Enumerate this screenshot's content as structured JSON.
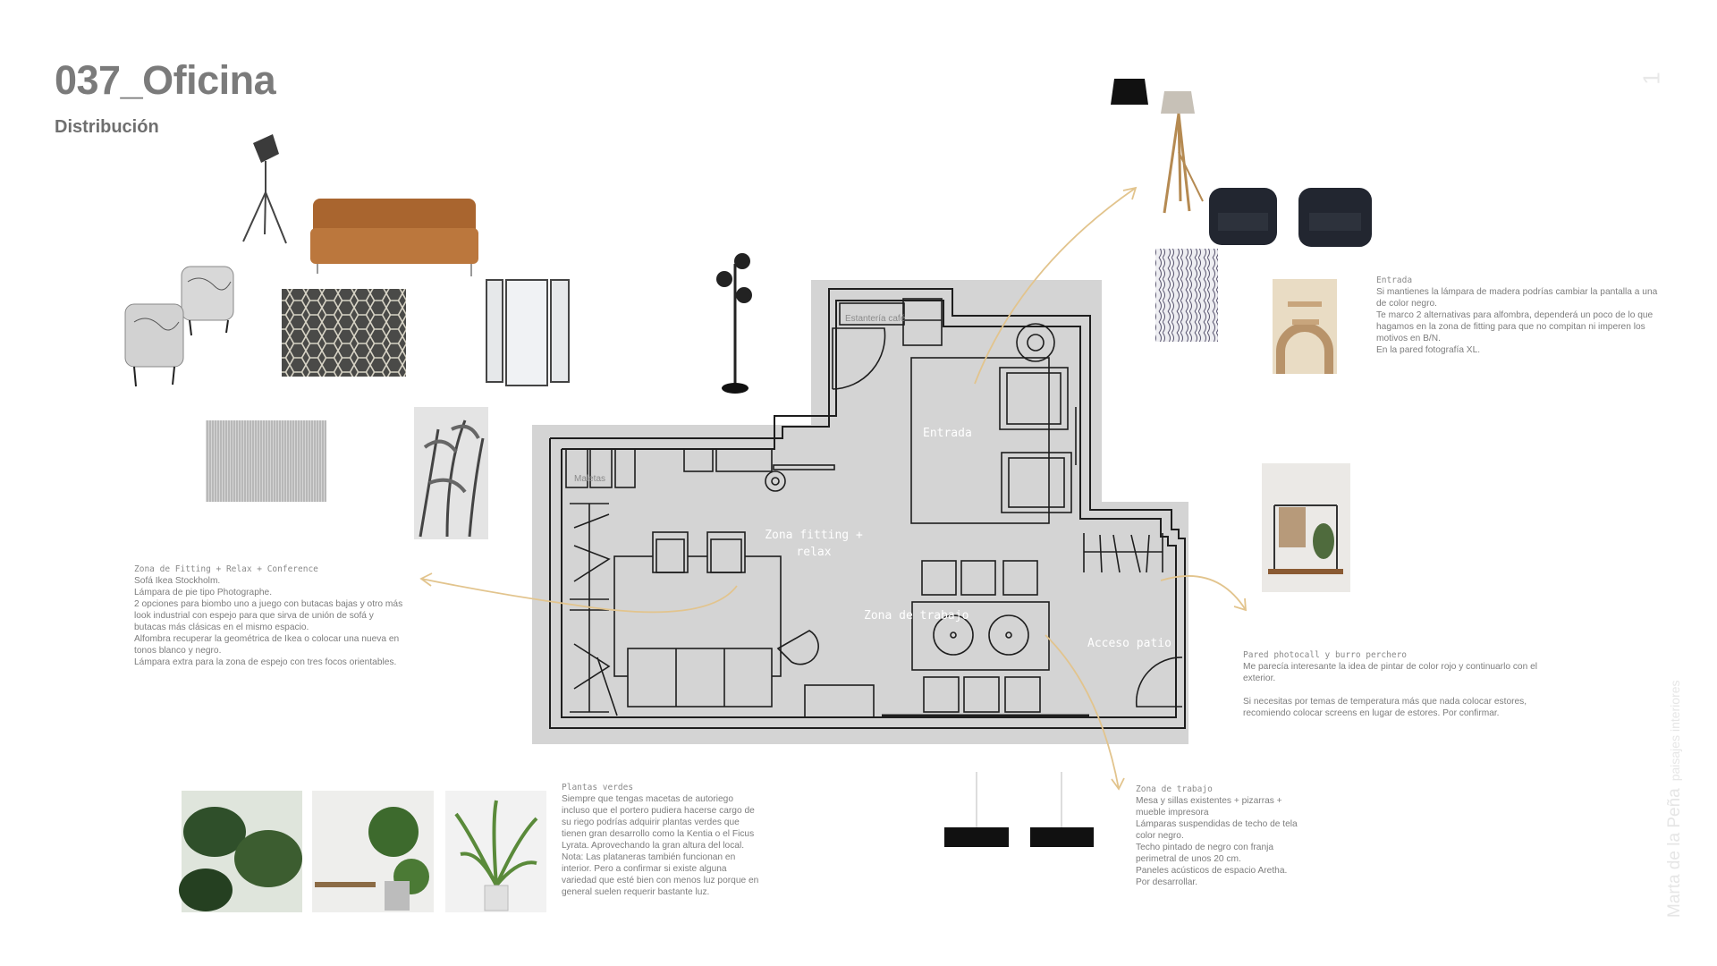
{
  "header": {
    "title": "037_Oficina",
    "subtitle": "Distribución",
    "page_number": "1"
  },
  "brand": {
    "name": "Marta de la Peña",
    "tagline": "paisajes interiores"
  },
  "colors": {
    "accent_arrow": "#e2c48d",
    "floorplan_bg": "#d4d4d4",
    "text": "#7d7d7d"
  },
  "floorplan": {
    "labels": {
      "estanteria": "Estantería café",
      "maletas": "Maletas",
      "entrada": "Entrada",
      "fitting_1": "Zona fitting +",
      "fitting_2": "relax",
      "trabajo": "Zona de trabajo",
      "patio": "Acceso patio"
    }
  },
  "notes": {
    "entrada": {
      "heading": "Entrada",
      "lines": [
        "Si mantienes la lámpara de madera podrías cambiar la pantalla a una de color negro.",
        "Te marco 2 alternativas para alfombra, dependerá un poco de lo que hagamos en la zona de fitting para que no compitan ni imperen los motivos en B/N.",
        "En la pared fotografía XL."
      ]
    },
    "fitting": {
      "heading": "Zona de Fitting + Relax + Conference",
      "lines": [
        "Sofá Ikea Stockholm.",
        "Lámpara de pie tipo Photographe.",
        "2 opciones para biombo uno a juego con butacas bajas y otro más look industrial con espejo para que sirva de unión de sofá y butacas más clásicas en el mismo espacio.",
        "Alfombra recuperar la geométrica de Ikea o colocar una nueva en tonos blanco y negro.",
        "Lámpara extra para la zona de espejo con tres focos orientables."
      ]
    },
    "plantas": {
      "heading": "Plantas verdes",
      "lines": [
        "Siempre que tengas macetas de autoriego incluso que el portero pudiera hacerse cargo de su riego podrías adquirir plantas verdes que tienen gran desarrollo como la Kentia o el Ficus Lyrata. Aprovechando la gran altura del local.",
        "Nota: Las plataneras también funcionan en interior. Pero a confirmar si existe alguna variedad que esté bien con menos luz porque en general suelen requerir bastante luz."
      ]
    },
    "trabajo": {
      "heading": "Zona de trabajo",
      "lines": [
        "Mesa y sillas existentes + pizarras + mueble impresora",
        "Lámparas suspendidas de techo de tela color negro.",
        "Techo pintado de negro con franja perimetral de unos 20 cm.",
        "Paneles acústicos de espacio Aretha.",
        "Por desarrollar."
      ]
    },
    "pared": {
      "heading": "Pared photocall y burro perchero",
      "lines": [
        "Me parecía interesante la idea de pintar de color rojo y continuarlo con el exterior.",
        "Si necesitas por temas de temperatura más que nada colocar estores, recomiendo colocar screens en lugar de estores. Por confirmar."
      ]
    }
  },
  "images": [
    "tripod-lamp",
    "leather-sofa",
    "floral-armchairs",
    "geometric-rug",
    "mirror-screen",
    "spotlight-floor-lamp",
    "gray-rug",
    "tropical-screen",
    "wooden-floor-lamp",
    "black-armchairs",
    "zebra-rug",
    "beige-rug",
    "photocall-rack",
    "fiddle-leaf-plant",
    "ficus-bench",
    "kentia-plant",
    "pendant-lamps"
  ]
}
